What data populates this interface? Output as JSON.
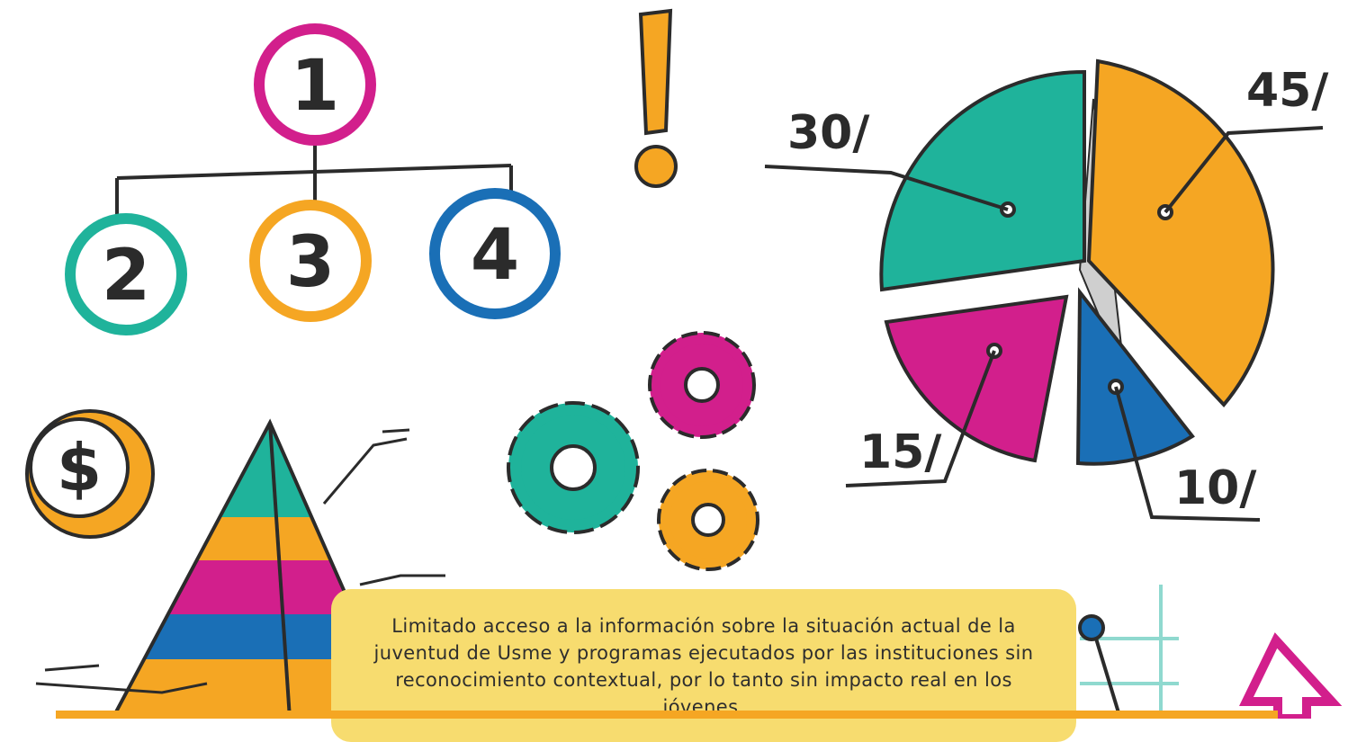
{
  "hierarchy": {
    "top": "1",
    "children": [
      "2",
      "3",
      "4"
    ]
  },
  "exclamation": "!",
  "coin": "$",
  "pie_labels": [
    "30/",
    "45/",
    "15/",
    "10/"
  ],
  "callout_text": "Limitado acceso a la información sobre la situación actual de la juventud de Usme y programas ejecutados por las instituciones sin reconocimiento contextual, por lo tanto sin impacto real en los jóvenes.",
  "colors": {
    "teal": "#1fb39b",
    "orange": "#f5a623",
    "magenta": "#d21f8c",
    "blue": "#1a6fb6",
    "callout": "#f7dc6f"
  }
}
